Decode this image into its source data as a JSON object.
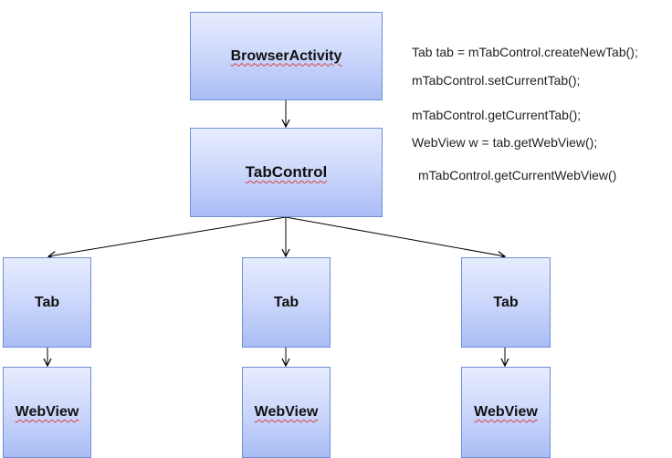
{
  "nodes": {
    "browser_activity": "BrowserActivity",
    "tab_control": "TabControl",
    "tabs": [
      "Tab",
      "Tab",
      "Tab"
    ],
    "webviews": [
      "WebView",
      "WebView",
      "WebView"
    ]
  },
  "code_lines": [
    "Tab tab = mTabControl.createNewTab();",
    "mTabControl.setCurrentTab();",
    "mTabControl.getCurrentTab();",
    "WebView w = tab.getWebView();",
    "mTabControl.getCurrentWebView()"
  ],
  "colors": {
    "node_border": "#6f8fd6",
    "node_fill_top": "#e7ecfe",
    "node_fill_bottom": "#a9bdf5",
    "arrow": "#000000",
    "spellcheck_squiggle": "#d94040"
  }
}
